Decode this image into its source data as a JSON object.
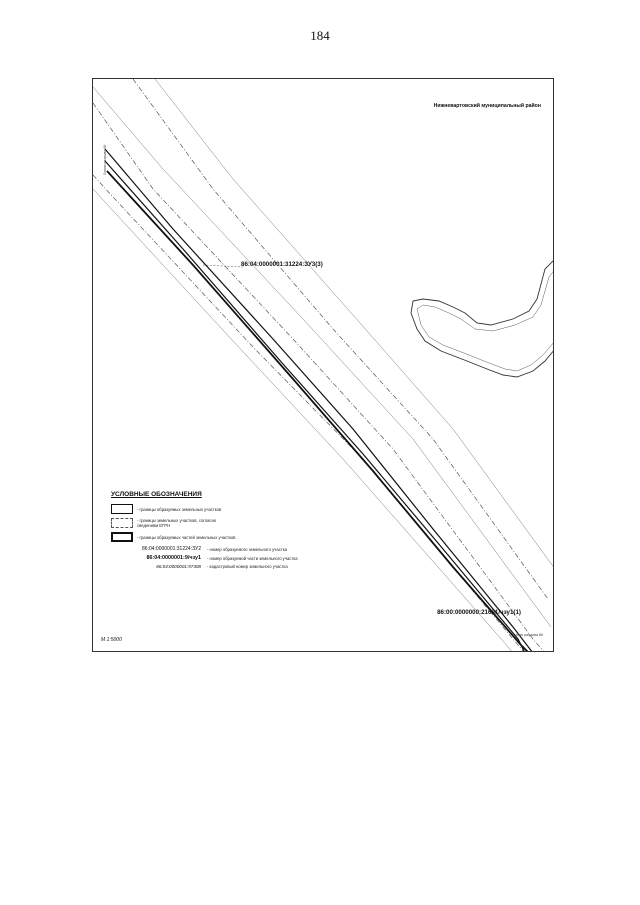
{
  "page": {
    "number": "184"
  },
  "map": {
    "region_label": "Нижневартовский муниципальный район",
    "parcel_labels": {
      "main": "86:04:0000001:31224:ЗУ3(3)",
      "bottom": "86:00:0000000:21691/чзу1(1)"
    },
    "scale": "М 1:5000",
    "edge_labels": {
      "left": "Линия разрыва 66",
      "bottom": "Линия разрыва 66"
    },
    "colors": {
      "line": "#111111",
      "dashed": "#555555",
      "frame": "#333333"
    }
  },
  "legend": {
    "title": "УСЛОВНЫЕ ОБОЗНАЧЕНИЯ",
    "swatches": [
      {
        "style": "solid",
        "label": "- границы образуемых земельных участков"
      },
      {
        "style": "dashed",
        "label": "- границы земельных участков, согласно\nсведениям ЕГРН"
      },
      {
        "style": "thick",
        "label": "- границы образуемых частей земельных участков"
      }
    ],
    "codes": [
      {
        "code": "86:04:0000001:31224:ЗУ2",
        "label": "- номер образуемого земельного участка"
      },
      {
        "code": "86:04:0000001:9/чзу1",
        "label": "- номер образуемой части земельного участка"
      },
      {
        "code": "86:04:0000001:97308",
        "label": "- кадастровый номер земельного участка"
      }
    ]
  }
}
